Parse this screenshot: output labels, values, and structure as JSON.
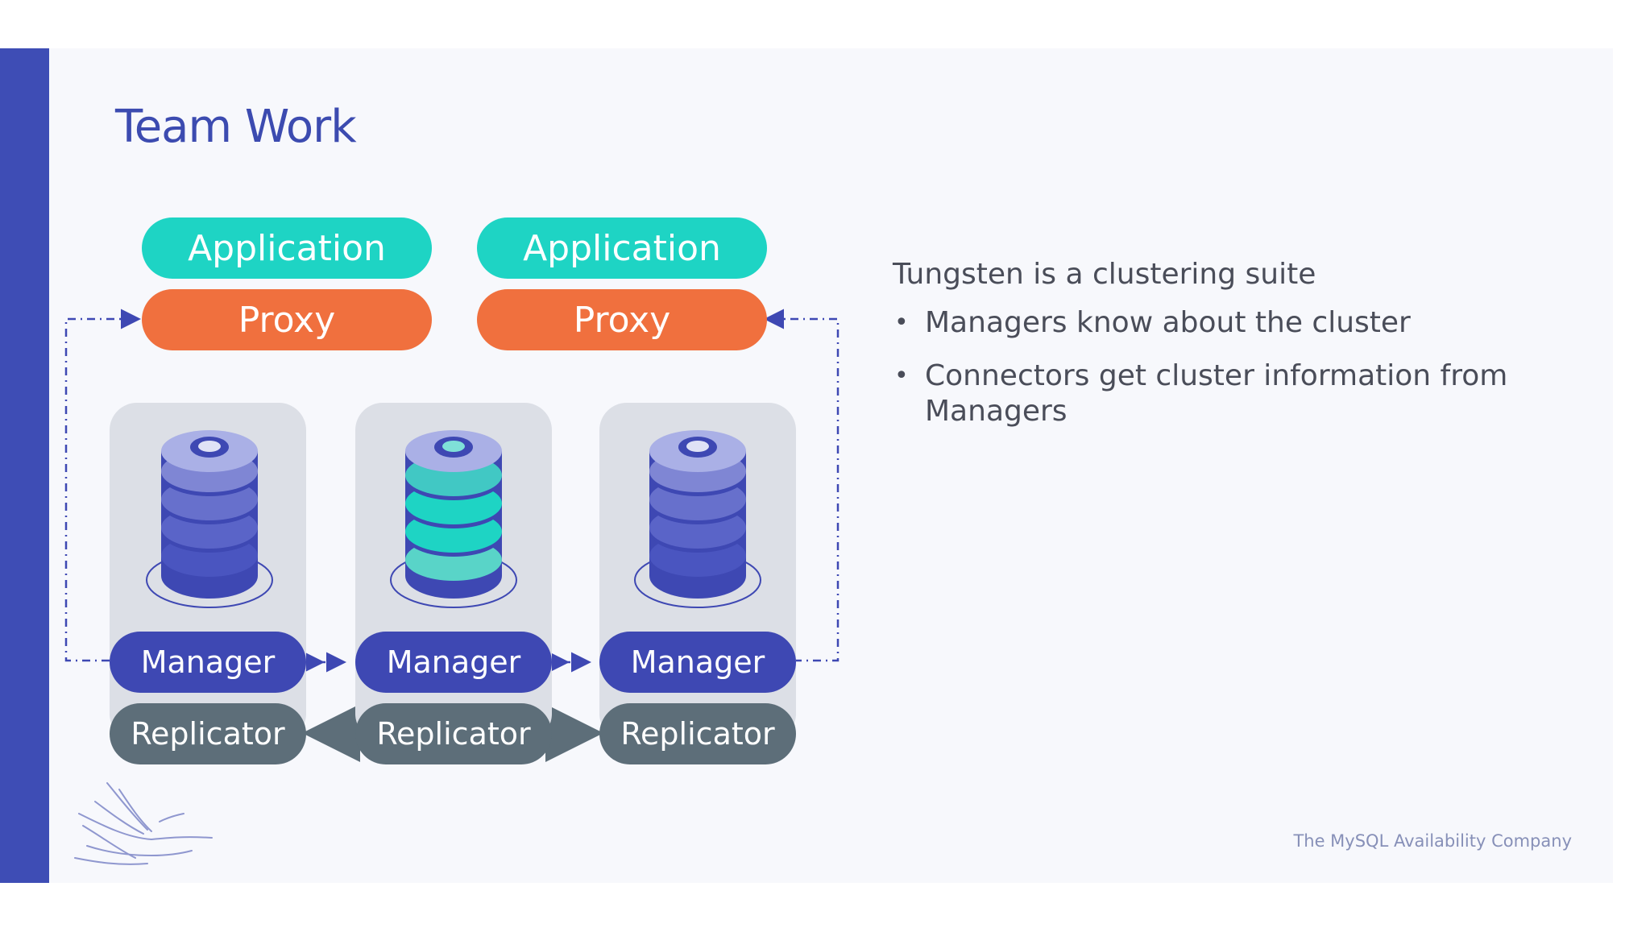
{
  "slide": {
    "title": "Team Work",
    "footer": "The MySQL Availability Company"
  },
  "diagram": {
    "applications": [
      "Application",
      "Application"
    ],
    "proxies": [
      "Proxy",
      "Proxy"
    ],
    "managers": [
      "Manager",
      "Manager",
      "Manager"
    ],
    "replicators": [
      "Replicator",
      "Replicator",
      "Replicator"
    ]
  },
  "text": {
    "intro": "Tungsten is a clustering suite",
    "bullets": [
      "Managers know about the cluster",
      "Connectors get cluster information from Managers"
    ],
    "bullet_glyph": "•"
  },
  "colors": {
    "accent_bar": "#3e4db5",
    "application": "#1ed4c4",
    "proxy": "#f0703e",
    "manager": "#3e48b3",
    "replicator": "#5d6e79",
    "db_primary_highlight": "#1ed4c4"
  },
  "icons": [
    "database-icon",
    "bird-logo-icon"
  ]
}
